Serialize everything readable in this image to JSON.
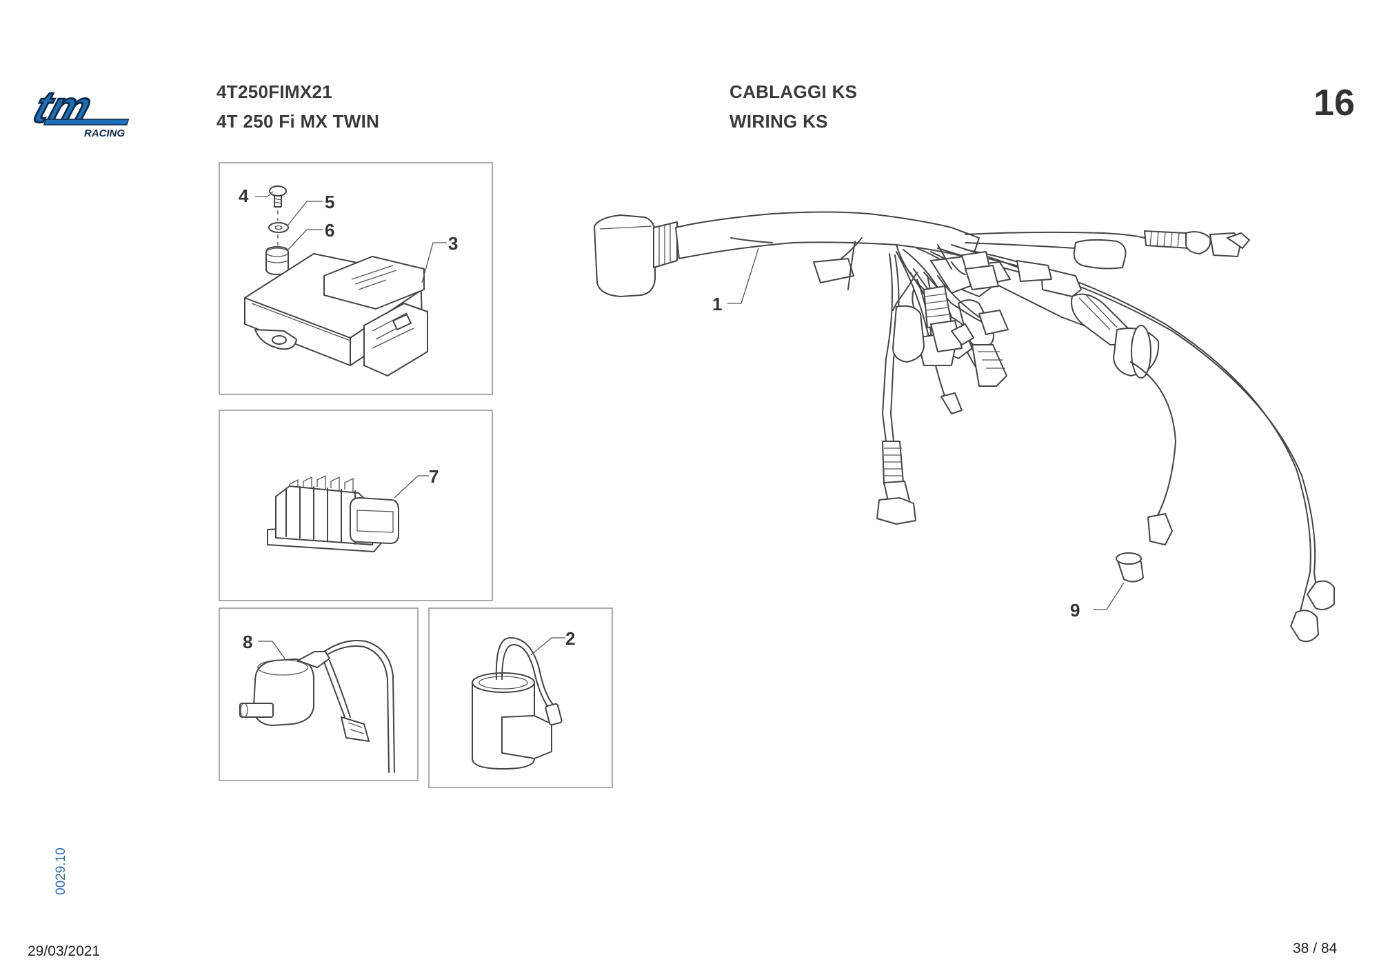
{
  "brand": {
    "logo_text": "tm",
    "logo_sub": "RACING",
    "primary_color": "#1c6fb8",
    "dark_color": "#0d2c4a"
  },
  "header": {
    "model_code": "4T250FIMX21",
    "model_name": "4T 250 Fi MX TWIN",
    "title_it": "CABLAGGI KS",
    "title_en": "WIRING KS",
    "table_number": "16"
  },
  "callouts": {
    "c1": "1",
    "c2": "2",
    "c3": "3",
    "c4": "4",
    "c5": "5",
    "c6": "6",
    "c7": "7",
    "c8": "8",
    "c9": "9"
  },
  "footer": {
    "doc_code": "0029.10",
    "date": "29/03/2021",
    "page": "38 / 84"
  }
}
